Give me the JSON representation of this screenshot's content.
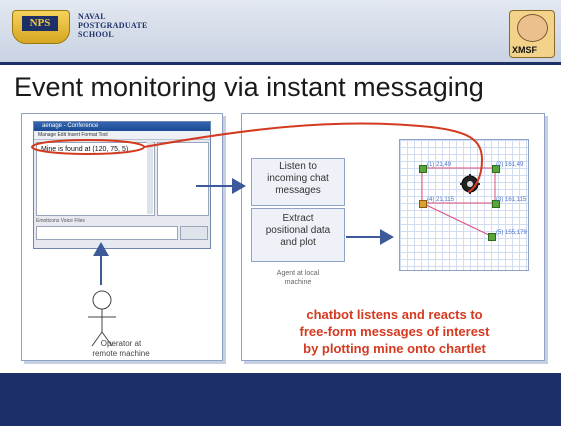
{
  "header": {
    "logo_text": "NPS",
    "school_line1": "NAVAL",
    "school_line2": "POSTGRADUATE",
    "school_line3": "SCHOOL",
    "xmsf_label": "XMSF"
  },
  "slide": {
    "title": "Event monitoring via instant messaging"
  },
  "chat_window": {
    "title": "aenage - Conference",
    "menu": "Manage  Edit  Insert  Format  Tool",
    "message": "Mine is found at (120, 75, 5)",
    "toolbar": "Emoticons   Voice   Files"
  },
  "operator": {
    "label_line1": "Operator at",
    "label_line2": "remote machine"
  },
  "agent": {
    "box1_line1": "Listen to",
    "box1_line2": "incoming chat",
    "box1_line3": "messages",
    "box2_line1": "Extract",
    "box2_line2": "positional data",
    "box2_line3": "and plot",
    "label_line1": "Agent at local",
    "label_line2": "machine"
  },
  "chartlet": {
    "points": [
      {
        "label": "(1) 21,49"
      },
      {
        "label": "(2) 161,49"
      },
      {
        "label": "(4) 21,115"
      },
      {
        "label": "(3) 161,115"
      },
      {
        "label": "(5) 155,179"
      }
    ]
  },
  "caption": {
    "line1": "chatbot listens and reacts to",
    "line2": "free-form messages of interest",
    "line3": "by plotting mine onto chartlet"
  },
  "colors": {
    "accent_red": "#d43a1f",
    "nav_blue": "#1c2f66",
    "grid_blue": "#cfdcf2"
  }
}
